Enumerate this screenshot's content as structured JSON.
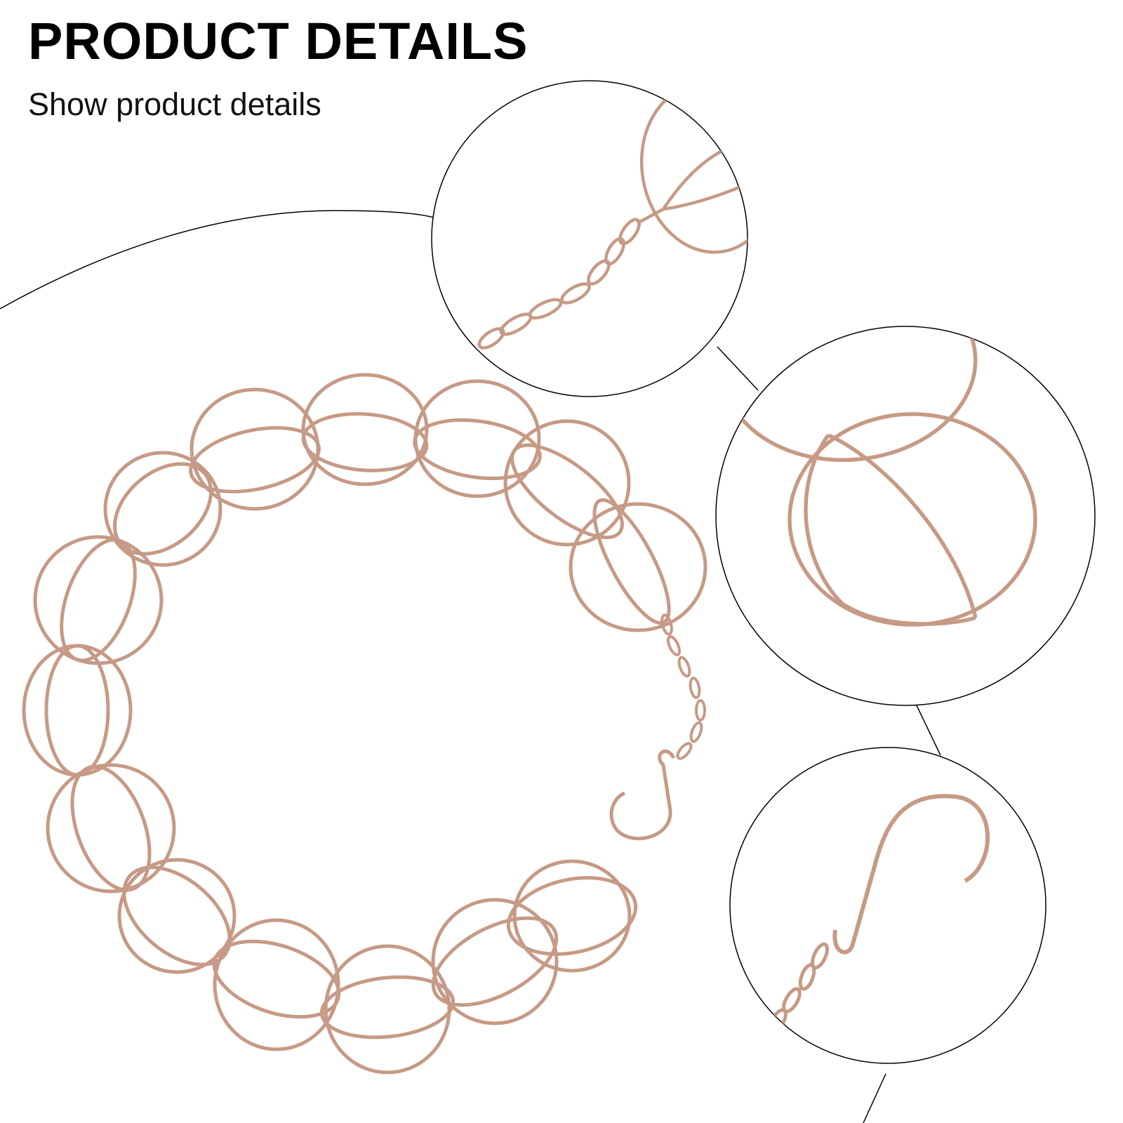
{
  "header": {
    "title": "PRODUCT DETAILS",
    "subtitle": "Show product details"
  },
  "colors": {
    "wire": "#c69a86",
    "wire_dark": "#b88873",
    "outline": "#000000",
    "background": "#ffffff"
  },
  "product": {
    "name": "copper-ring-rain-chain",
    "parts": [
      "rings",
      "chain",
      "s-hook"
    ]
  },
  "detail_views": [
    "chain-to-ring-closeup",
    "ring-link-closeup",
    "s-hook-closeup"
  ]
}
